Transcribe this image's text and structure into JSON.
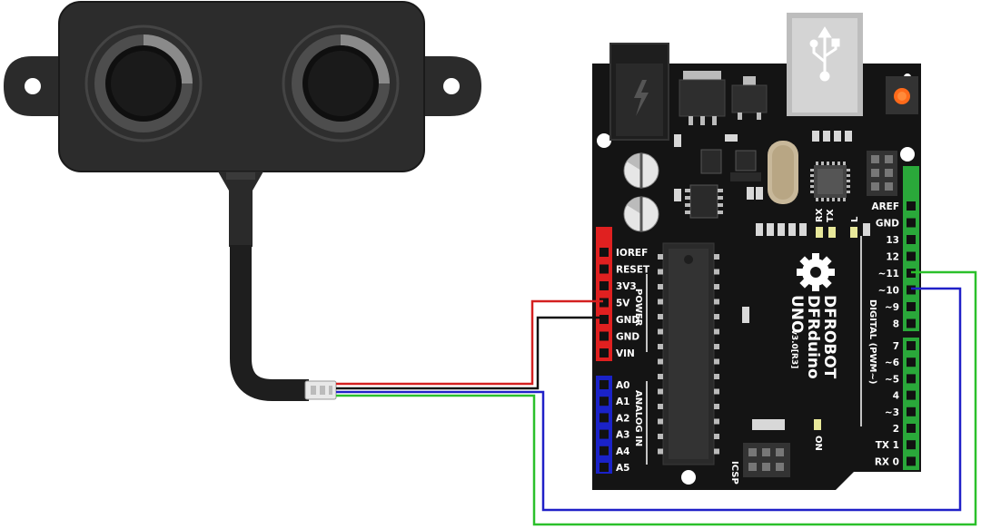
{
  "board": {
    "brand": "DFROBOT",
    "model": "DFRduino",
    "variant": "UNO",
    "version": "v3.0[R3]",
    "digital_title": "DIGITAL (PWM~)",
    "power_title": "POWER",
    "analog_title": "ANALOG IN",
    "icsp_label": "ICSP",
    "on_label": "ON",
    "l_label": "L",
    "tx_label": "TX",
    "rx_label": "RX"
  },
  "power_pins": [
    "IOREF",
    "RESET",
    "3V3",
    "5V",
    "GND",
    "GND",
    "VIN"
  ],
  "analog_pins": [
    "A0",
    "A1",
    "A2",
    "A3",
    "A4",
    "A5"
  ],
  "digital_top": [
    "AREF",
    "GND",
    "13",
    "12",
    "~11",
    "~10",
    "~9",
    "8"
  ],
  "digital_bottom": [
    "7",
    "~6",
    "~5",
    "4",
    "~3",
    "2",
    "TX 1",
    "RX 0"
  ],
  "colors": {
    "board": "#141414",
    "header_power": "#e02020",
    "header_analog": "#1a22c8",
    "header_digital": "#2aa83a",
    "wire_red": "#d42020",
    "wire_black": "#111111",
    "wire_green": "#2bc02b",
    "wire_blue": "#2020c8",
    "sensor_body": "#2a2a2a"
  },
  "icons": [
    "usb-icon",
    "dfrobot-gear-logo",
    "lightning-icon"
  ]
}
